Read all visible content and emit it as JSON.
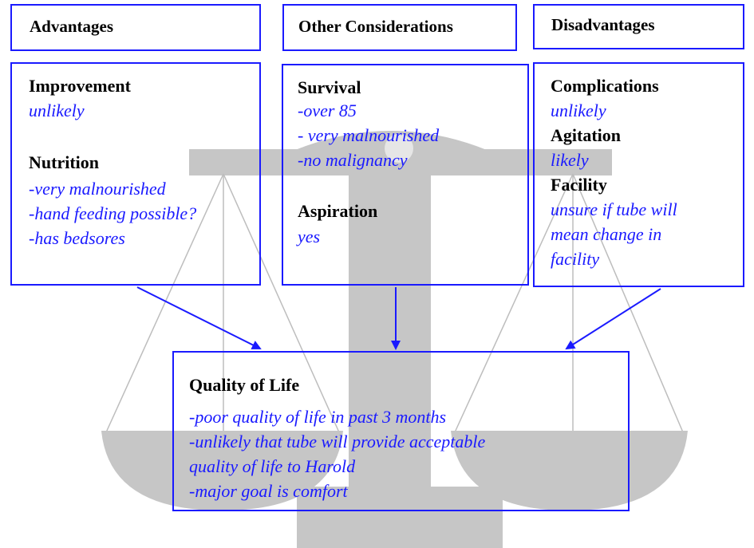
{
  "colors": {
    "scale_gray": "#c6c6c6",
    "scale_line": "#bdbdbd",
    "accent_blue": "#1a1aff",
    "text_black": "#000000"
  },
  "headers": {
    "advantages": "Advantages",
    "other": "Other Considerations",
    "disadvantages": "Disadvantages"
  },
  "advantages": {
    "improvement": {
      "label": "Improvement",
      "value": "unlikely"
    },
    "nutrition": {
      "label": "Nutrition",
      "items": [
        "-very  malnourished",
        "-hand feeding possible?",
        "-has bedsores"
      ]
    }
  },
  "other": {
    "survival": {
      "label": "Survival",
      "items": [
        "-over 85",
        "- very malnourished",
        "-no malignancy"
      ]
    },
    "aspiration": {
      "label": "Aspiration",
      "value": "yes"
    }
  },
  "disadvantages": {
    "complications": {
      "label": "Complications",
      "value": "unlikely"
    },
    "agitation": {
      "label": "Agitation",
      "value": "likely"
    },
    "facility": {
      "label": "Facility",
      "items": [
        "unsure if tube will",
        "mean change in",
        "facility"
      ]
    }
  },
  "quality": {
    "label": "Quality of Life",
    "items": [
      "-poor quality of life in past 3 months",
      "-unlikely that  tube will provide acceptable",
      "quality of life to Harold",
      "-major goal is comfort"
    ]
  }
}
